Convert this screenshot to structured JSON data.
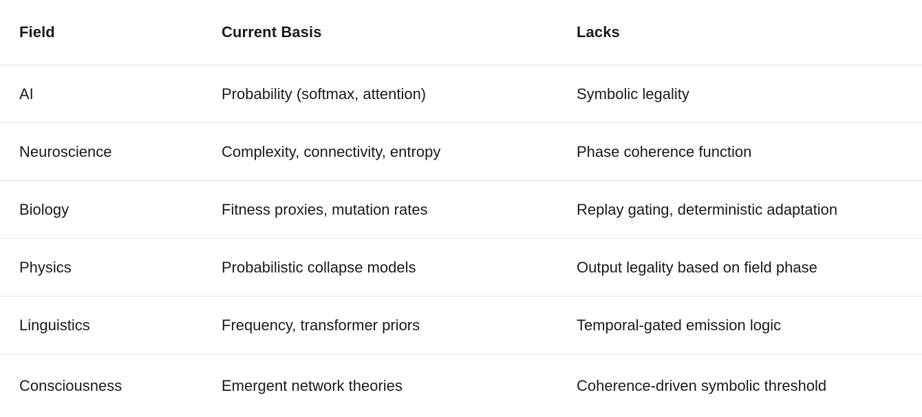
{
  "table": {
    "columns": [
      "Field",
      "Current Basis",
      "Lacks"
    ],
    "rows": [
      [
        "AI",
        "Probability (softmax, attention)",
        "Symbolic legality"
      ],
      [
        "Neuroscience",
        "Complexity, connectivity, entropy",
        "Phase coherence function"
      ],
      [
        "Biology",
        "Fitness proxies, mutation rates",
        "Replay gating, deterministic adaptation"
      ],
      [
        "Physics",
        "Probabilistic collapse models",
        "Output legality based on field phase"
      ],
      [
        "Linguistics",
        "Frequency, transformer priors",
        "Temporal-gated emission logic"
      ],
      [
        "Consciousness",
        "Emergent network theories",
        "Coherence-driven symbolic threshold"
      ]
    ],
    "colors": {
      "text": "#1a1a1a",
      "divider": "#e3e3e3",
      "background": "#ffffff"
    }
  }
}
